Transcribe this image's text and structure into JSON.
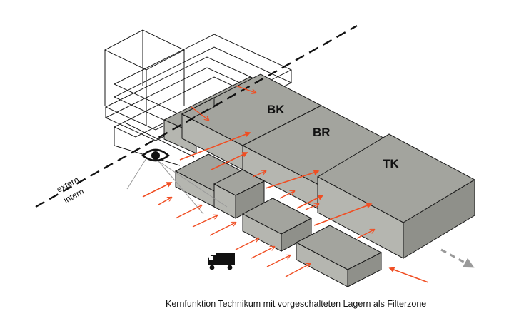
{
  "labels": {
    "bk": "BK",
    "br": "BR",
    "tk": "TK",
    "extern": "extern",
    "intern": "intern"
  },
  "caption": "Kernfunktion Technikum mit vorgeschalteten Lagern als Filterzone",
  "icons": {
    "eye": "eye-icon",
    "truck": "truck-icon"
  },
  "colors": {
    "block_top": "#a3a49e",
    "block_side": "#8f908a",
    "block_front": "#b5b6b0",
    "arrow": "#f04e23",
    "outline": "#1a1a1a",
    "boundary": "#111111",
    "flow_grey": "#9a9a9a"
  }
}
